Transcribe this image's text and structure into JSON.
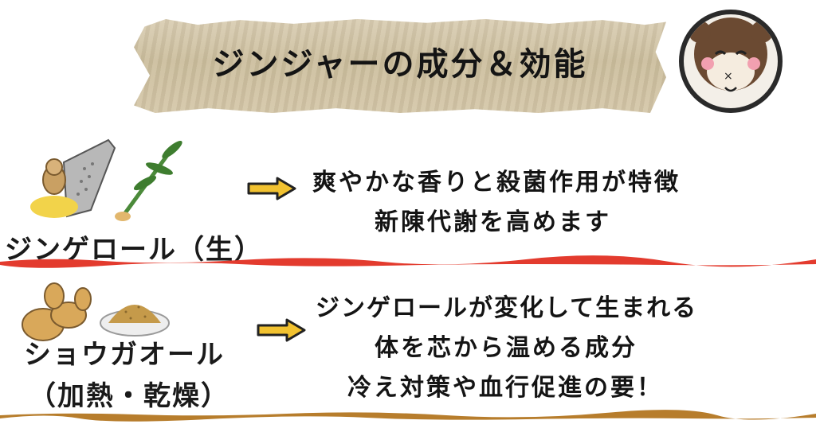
{
  "title": "ジンジャーの成分＆効能",
  "colors": {
    "tape": "#cfc2a3",
    "divider_red": "#e33b2e",
    "divider_brown": "#b77d2c",
    "arrow_yellow": "#f2c230"
  },
  "sections": [
    {
      "label": "ジンゲロール（生）",
      "effects": [
        "爽やかな香りと殺菌作用が特徴",
        "新陳代謝を高めます"
      ]
    },
    {
      "label_lines": [
        "ショウガオール",
        "（加熱・乾燥）"
      ],
      "effects": [
        "ジンゲロールが変化して生まれる",
        "体を芯から温める成分",
        "冷え対策や血行促進の要！"
      ]
    }
  ],
  "icons": [
    "bear-avatar-icon",
    "ginger-grater-icon",
    "ginger-plant-icon",
    "arrow-right-icon",
    "ginger-root-icon",
    "ginger-powder-icon"
  ]
}
